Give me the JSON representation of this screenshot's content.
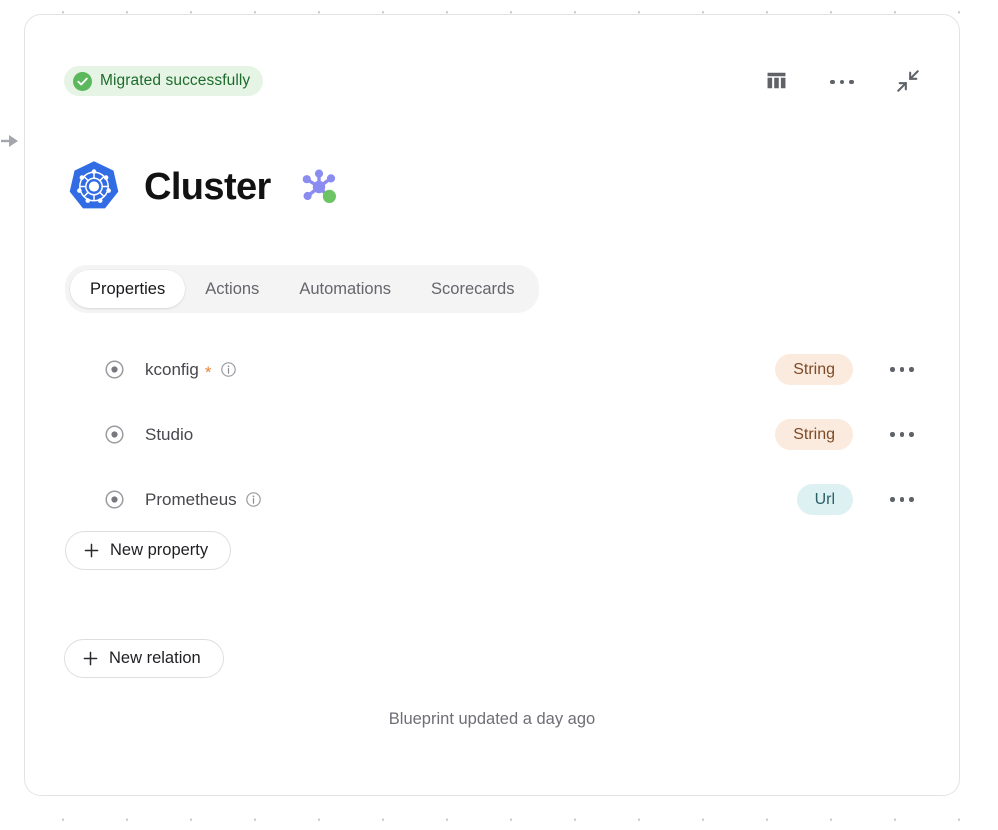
{
  "canvas": {
    "left_marker_icon": "arrow-right-marker"
  },
  "card": {
    "status": {
      "icon": "check-circle-icon",
      "label": "Migrated successfully",
      "bg_color": "#e6f4e6",
      "text_color": "#1d6b2b",
      "icon_color": "#5cb85c"
    },
    "header_actions": [
      {
        "name": "table-view-button",
        "icon": "table-columns-icon"
      },
      {
        "name": "more-options-button",
        "icon": "ellipsis-horizontal-icon"
      },
      {
        "name": "collapse-button",
        "icon": "collapse-arrows-icon"
      }
    ],
    "title": {
      "logo_icon": "kubernetes-icon",
      "logo_color": "#326ce5",
      "text": "Cluster",
      "graph_icon": "node-graph-icon",
      "graph_color": "#8b8cf0",
      "graph_accent_color": "#6dc464"
    },
    "tabs": [
      {
        "label": "Properties",
        "active": true
      },
      {
        "label": "Actions",
        "active": false
      },
      {
        "label": "Automations",
        "active": false
      },
      {
        "label": "Scorecards",
        "active": false
      }
    ],
    "properties": [
      {
        "icon": "radio-dot-icon",
        "name": "kconfig",
        "required": true,
        "required_marker": "*",
        "has_info": true,
        "type": "String",
        "type_style": "string",
        "menu_icon": "ellipsis-horizontal-icon"
      },
      {
        "icon": "radio-dot-icon",
        "name": "Studio",
        "required": false,
        "required_marker": "",
        "has_info": false,
        "type": "String",
        "type_style": "string",
        "menu_icon": "ellipsis-horizontal-icon"
      },
      {
        "icon": "radio-dot-icon",
        "name": "Prometheus",
        "required": false,
        "required_marker": "",
        "has_info": true,
        "type": "Url",
        "type_style": "url",
        "menu_icon": "ellipsis-horizontal-icon"
      }
    ],
    "new_property_button": {
      "label": "New property",
      "icon": "plus-icon"
    },
    "new_relation_button": {
      "label": "New relation",
      "icon": "plus-icon"
    },
    "footer_text": "Blueprint updated a day ago",
    "colors": {
      "string_badge_bg": "#fbeade",
      "string_badge_text": "#7d4b28",
      "url_badge_bg": "#ddf1f3",
      "url_badge_text": "#2b6068",
      "required_star": "#e8833a",
      "card_border": "#e3e3e6"
    }
  }
}
